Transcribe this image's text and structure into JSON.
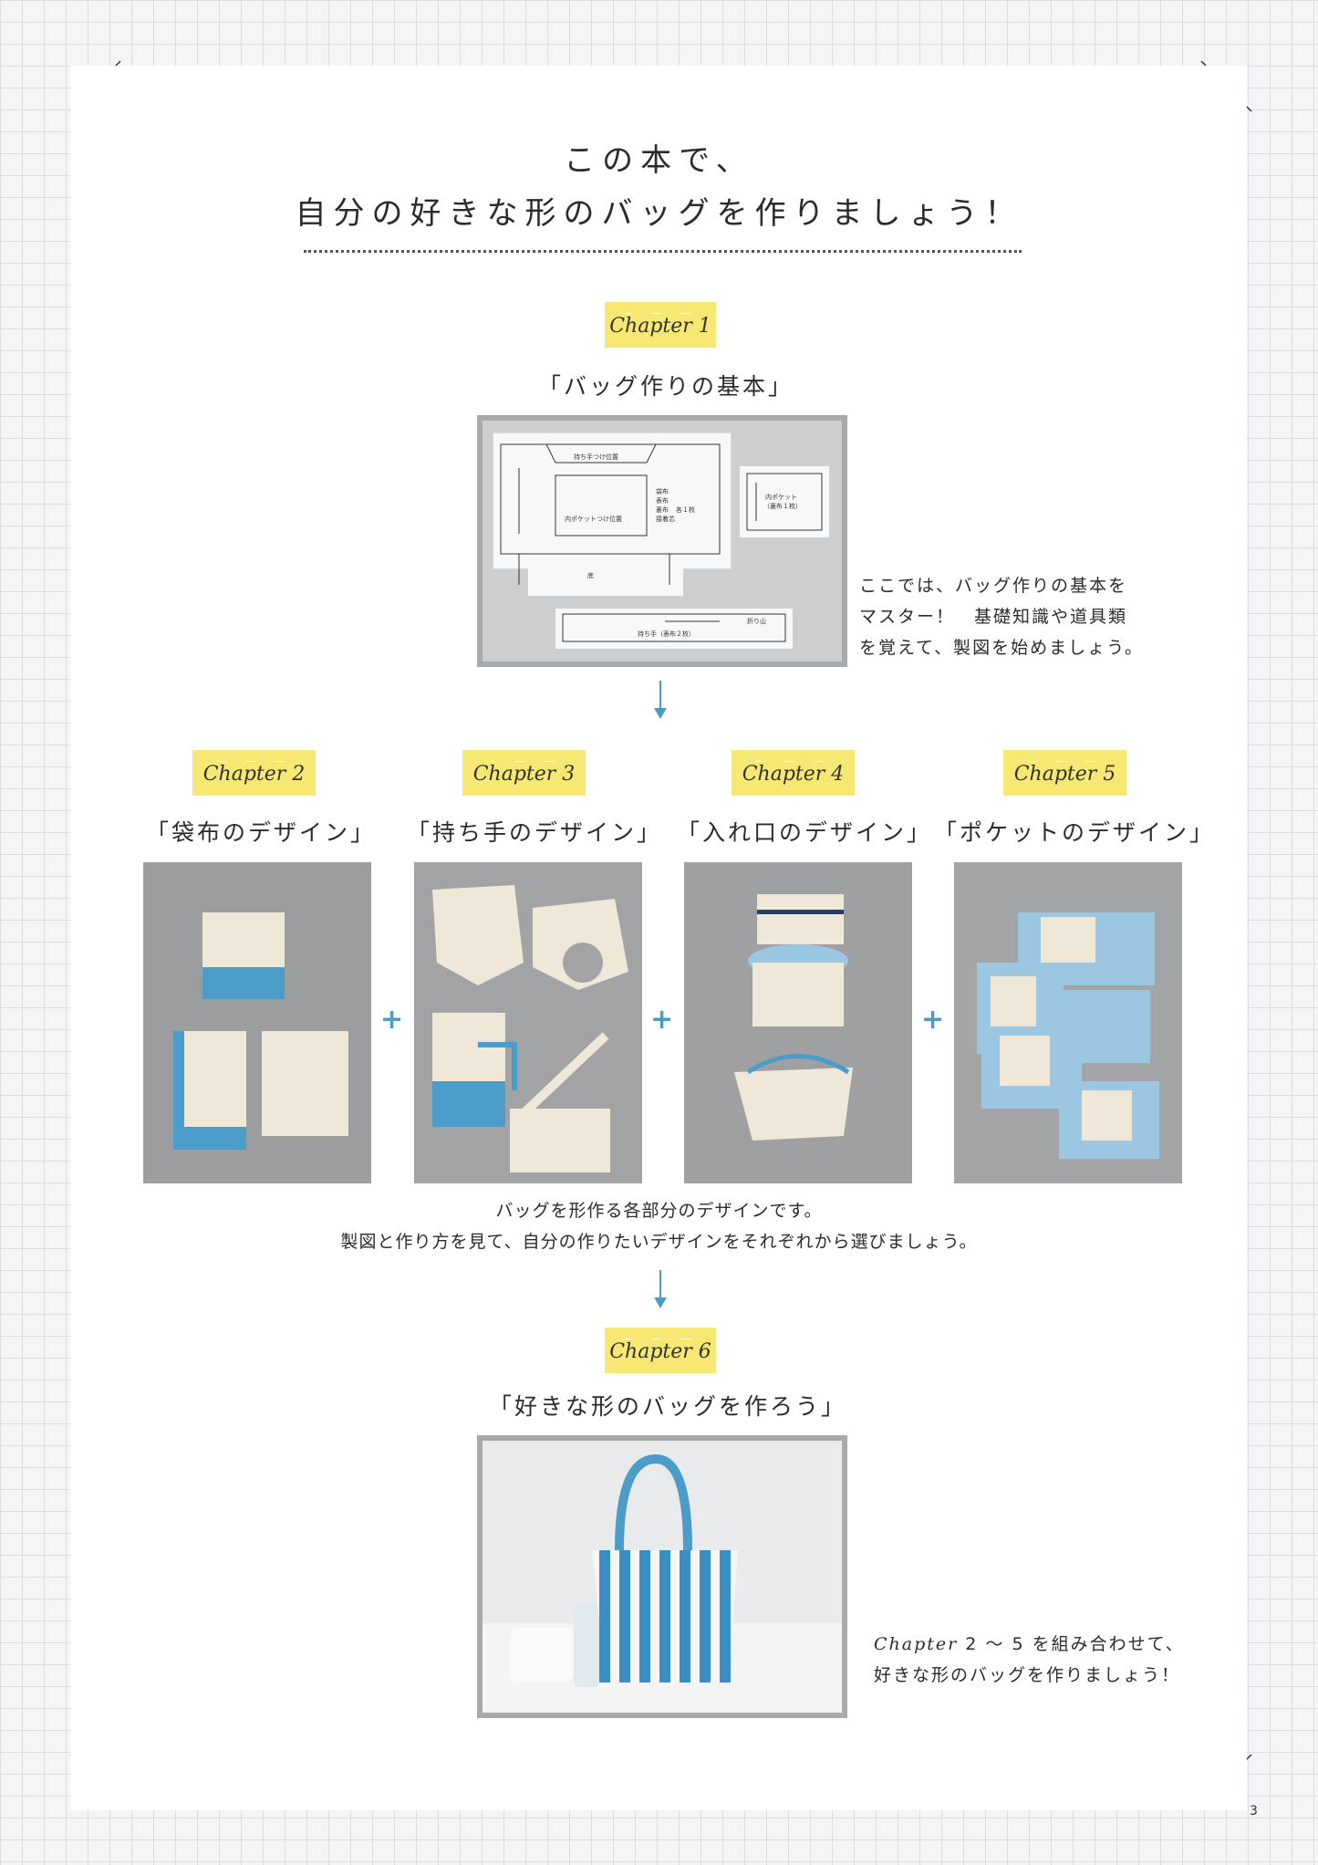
{
  "title": {
    "line1": "この本で、",
    "line2": "自分の好きな形のバッグを作りましょう！"
  },
  "chapter1": {
    "badge": "Chapter 1",
    "label": "「バッグ作りの基本」",
    "pattern_labels": {
      "handle_position": "持ち手つけ位置",
      "bag_body": "袋布",
      "outer": "表布",
      "lining": "裏布",
      "each_one": "各１枚",
      "interfacing": "接着芯",
      "inner_pocket_position": "内ポケットつけ位置",
      "bottom": "底",
      "inner_pocket": "内ポケット",
      "inner_pocket_note": "（裏布１枚）",
      "handle": "持ち手（表布２枚）",
      "fold": "折り山"
    },
    "description": [
      "ここでは、バッグ作りの基本を",
      "マスター！　基礎知識や道具類",
      "を覚えて、製図を始めましょう。"
    ]
  },
  "chapters_2_5": [
    {
      "badge": "Chapter 2",
      "label": "「袋布のデザイン」"
    },
    {
      "badge": "Chapter 3",
      "label": "「持ち手のデザイン」"
    },
    {
      "badge": "Chapter 4",
      "label": "「入れ口のデザイン」"
    },
    {
      "badge": "Chapter 5",
      "label": "「ポケットのデザイン」"
    }
  ],
  "plus_sign": "+",
  "middle_text": [
    "バッグを形作る各部分のデザインです。",
    "製図と作り方を見て、自分の作りたいデザインをそれぞれから選びましょう。"
  ],
  "chapter6": {
    "badge": "Chapter 6",
    "label": "「好きな形のバッグを作ろう」",
    "description_prefix": "Chapter",
    "description": [
      " 2 ～ 5 を組み合わせて、",
      "好きな形のバッグを作りましょう！"
    ]
  },
  "page_number": "3",
  "colors": {
    "badge_yellow": "#f7e873",
    "accent_blue": "#4d9ac4",
    "frame_gray": "#a8a9ab"
  }
}
